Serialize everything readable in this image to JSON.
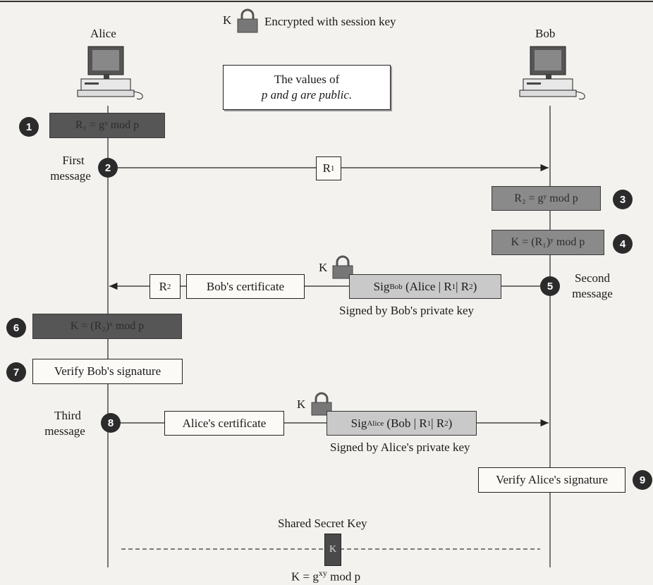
{
  "legend": {
    "k": "K",
    "text": "Encrypted with session key"
  },
  "parties": {
    "alice": "Alice",
    "bob": "Bob"
  },
  "public_note": {
    "line1": "The values of",
    "line2": "p and g are public."
  },
  "steps": [
    "1",
    "2",
    "3",
    "4",
    "5",
    "6",
    "7",
    "8",
    "9"
  ],
  "computations": {
    "s1": "R₁ = gˣ mod p",
    "s3": "R₂ = gʸ mod p",
    "s4": "K = (R₁)ʸ mod p",
    "s6": "K = (R₂)ˣ mod p"
  },
  "messages": {
    "first": {
      "line1": "First",
      "line2": "message"
    },
    "second": {
      "line1": "Second",
      "line2": "message"
    },
    "third": {
      "line1": "Third",
      "line2": "message"
    }
  },
  "first_msg": {
    "r1_base": "R",
    "r1_sub": "1"
  },
  "second_msg": {
    "r2_base": "R",
    "r2_sub": "2",
    "certificate": "Bob's certificate",
    "lock_k": "K",
    "sig_base": "Sig",
    "sig_sub": "Bob",
    "sig_args": "(Alice | R",
    "sig_args_sub1": "1",
    "sig_args_mid": " | R",
    "sig_args_sub2": "2",
    "sig_args_end": ")",
    "signed_by": "Signed by Bob's private key"
  },
  "verify_bob": "Verify Bob's signature",
  "third_msg": {
    "certificate": "Alice's certificate",
    "lock_k": "K",
    "sig_base": "Sig",
    "sig_sub": "Alice",
    "sig_args": "(Bob | R",
    "sig_args_sub1": "1",
    "sig_args_mid": " | R",
    "sig_args_sub2": "2",
    "sig_args_end": ")",
    "signed_by": "Signed by Alice's private key"
  },
  "verify_alice": "Verify Alice's signature",
  "shared": {
    "title": "Shared Secret Key",
    "key_glyph": "K",
    "formula_pre": "K = g",
    "formula_sup": "xy",
    "formula_post": " mod p"
  }
}
